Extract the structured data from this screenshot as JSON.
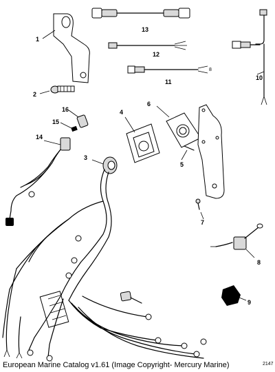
{
  "callouts": {
    "c1": "1",
    "c2": "2",
    "c3": "3",
    "c4": "4",
    "c5": "5",
    "c6": "6",
    "c7": "7",
    "c8": "8",
    "c9": "9",
    "c10": "10",
    "c11": "11",
    "c12": "12",
    "c13": "13",
    "c14": "14",
    "c15": "15",
    "c16": "16"
  },
  "footer": {
    "caption": "European Marine Catalog v1.61 (Image Copyright- Mercury Marine)",
    "part_code": "2147"
  }
}
